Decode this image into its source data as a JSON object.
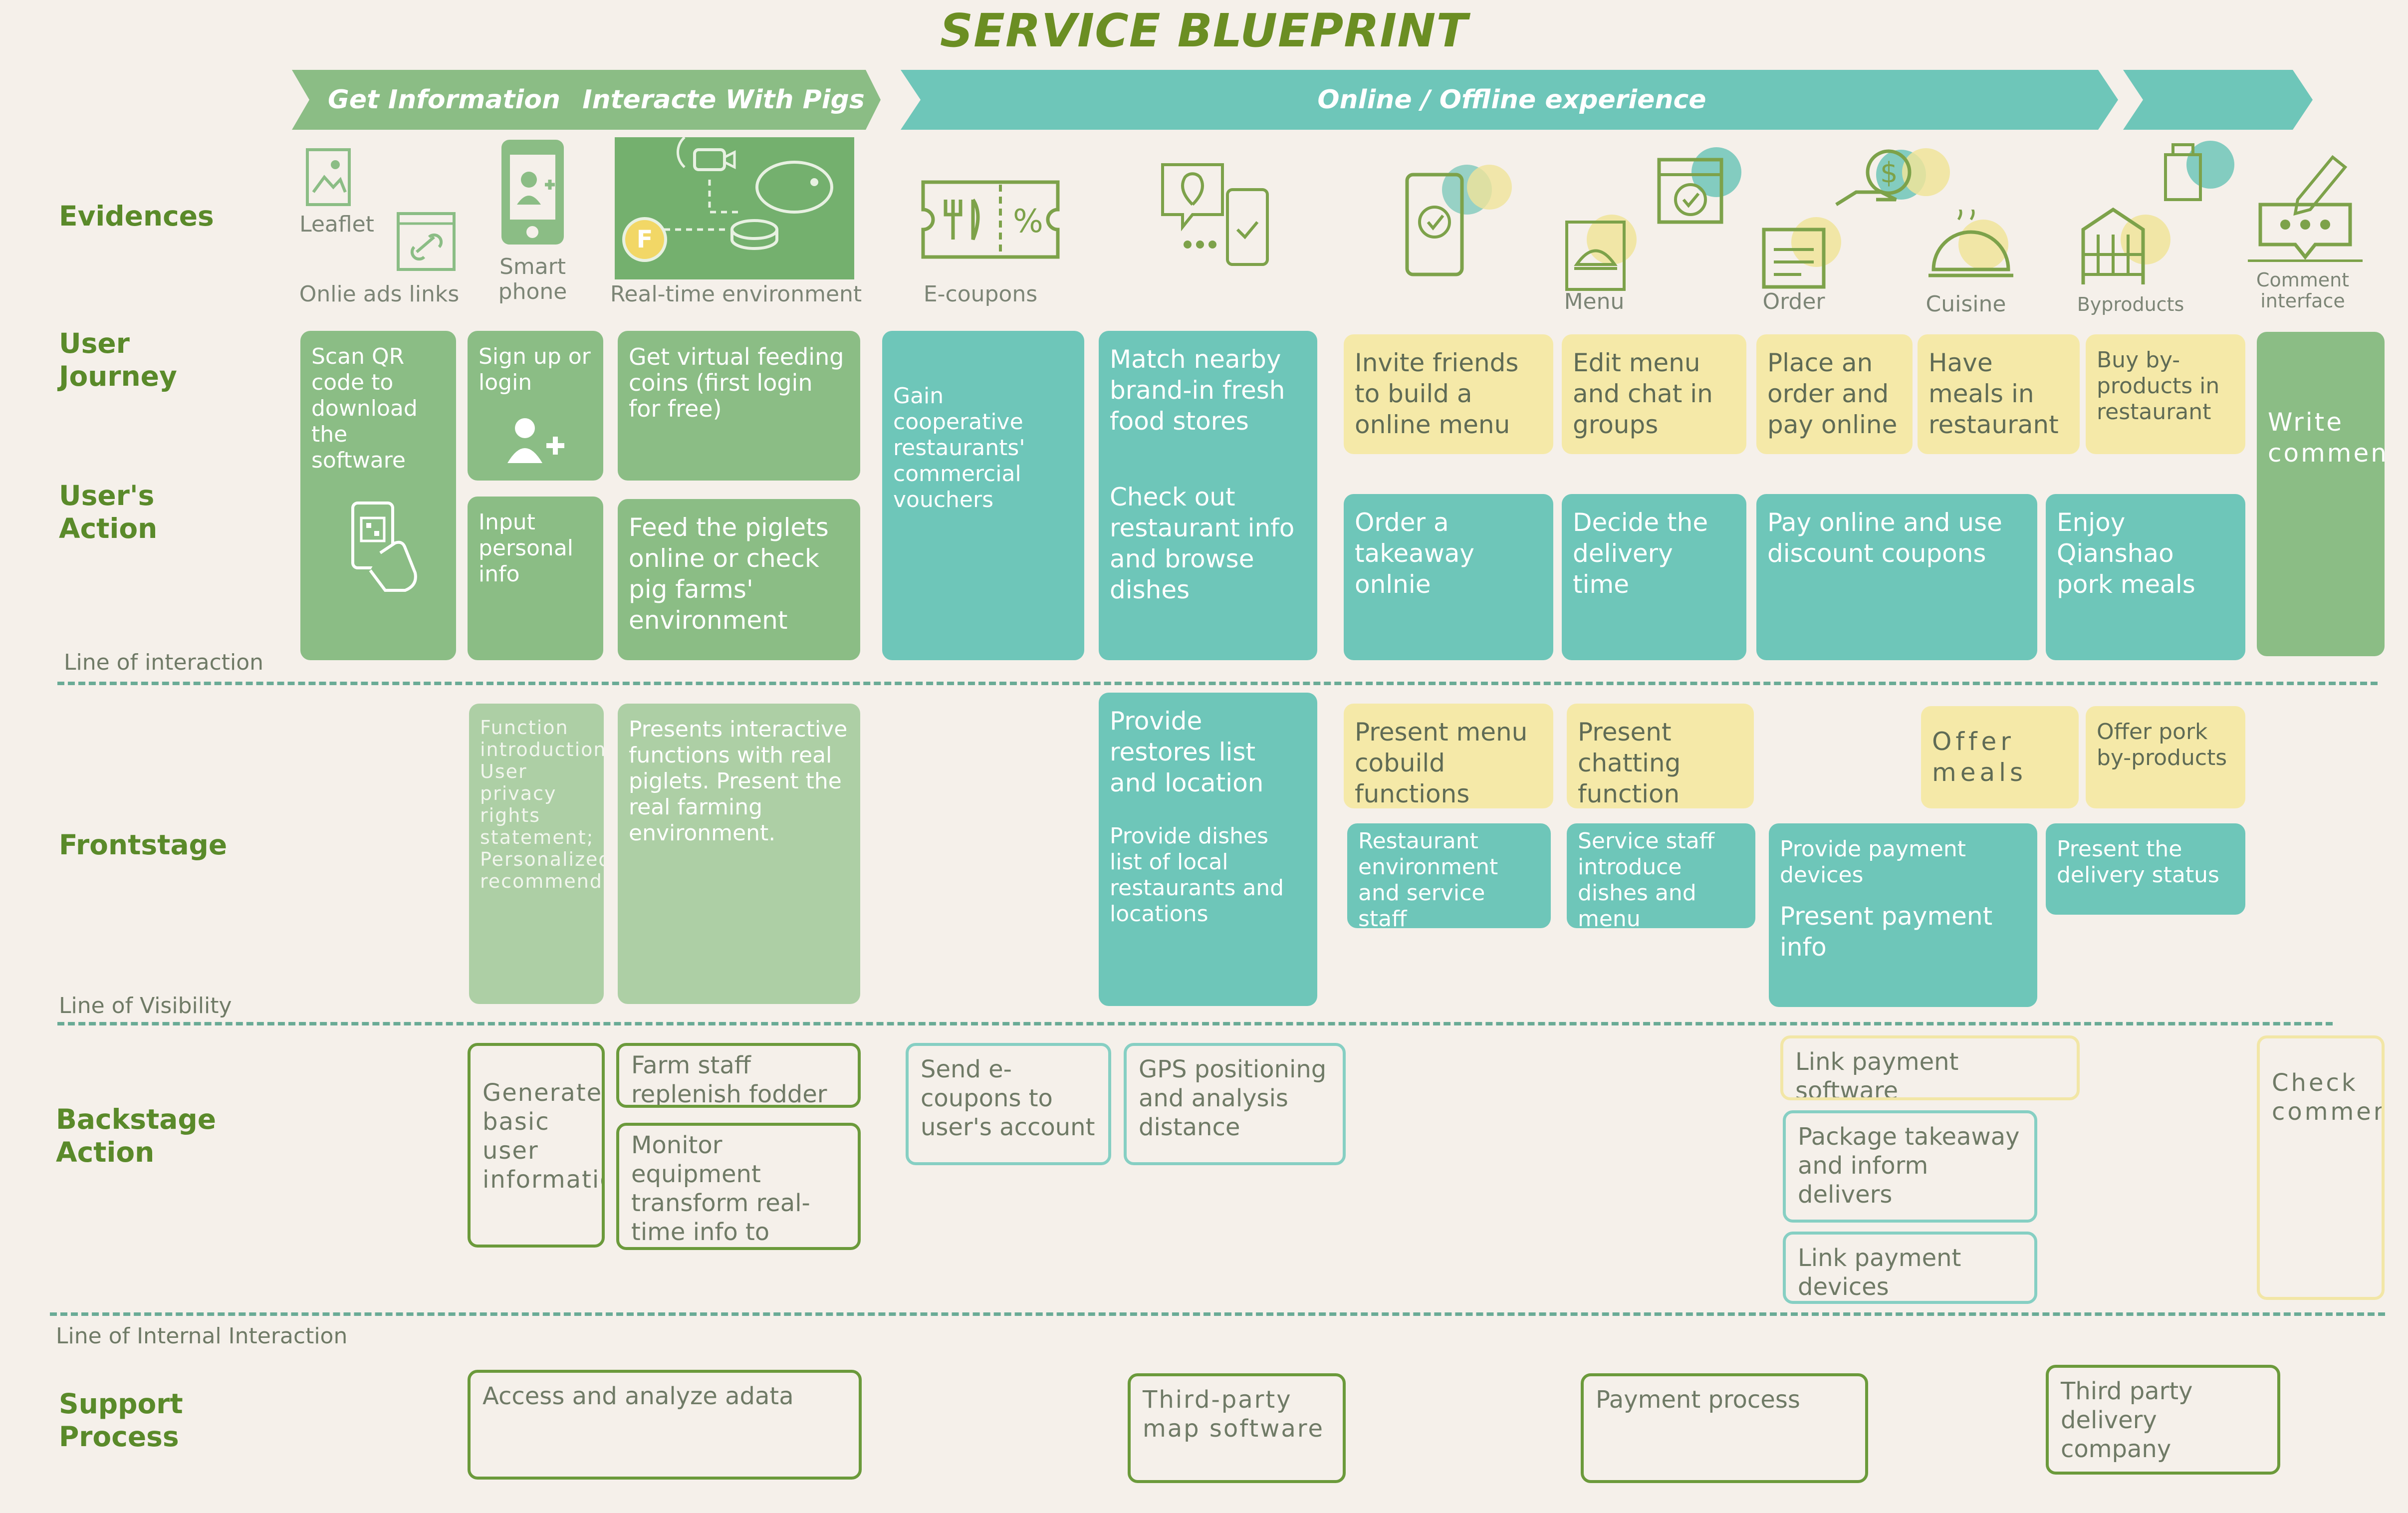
{
  "title": "SERVICE BLUEPRINT",
  "phases": {
    "get_information": "Get Information",
    "interact": "Interacte With Pigs",
    "online": "Online / Offline experience"
  },
  "row_labels": {
    "evidences": "Evidences",
    "user_journey": "User Journey",
    "users_action": "User's Action",
    "frontstage": "Frontstage",
    "backstage": "Backstage Action",
    "support": "Support Process"
  },
  "lines": {
    "interaction": "Line of interaction",
    "visibility": "Line of Visibility",
    "internal": "Line of Internal Interaction"
  },
  "evidences": {
    "leaflet": "Leaflet",
    "ads": "Onlie ads links",
    "phone": "Smart phone",
    "realtime": "Real-time environment",
    "ecoupons": "E-coupons",
    "menu": "Menu",
    "order": "Order",
    "cuisine": "Cuisine",
    "byproducts": "Byproducts",
    "comment": "Comment interface",
    "coin_letter": "F"
  },
  "journey": {
    "scan": "Scan QR code to download the software",
    "signup": "Sign up or login",
    "coins": "Get virtual feeding coins (first login for free)",
    "gain": "Gain cooperative restaurants' commercial vouchers",
    "match": "Match nearby brand-in fresh food stores",
    "check": "Check out restaurant info and browse dishes",
    "invite": "Invite friends to build a online menu",
    "edit": "Edit menu and chat in groups",
    "place": "Place an order and pay online",
    "have": "Have meals in restaurant",
    "buy": "Buy by-products in restaurant",
    "write": "Write comments"
  },
  "actions": {
    "input": "Input personal info",
    "feed": "Feed the piglets online or check pig farms' environment",
    "order": "Order a takeaway onlnie",
    "decide": "Decide the delivery time",
    "pay": "Pay online and use discount coupons",
    "enjoy": "Enjoy Qianshao pork meals"
  },
  "frontstage": {
    "function": "Function introduction; User privacy rights statement; Personalized recommendation",
    "presents": "Presents interactive functions with real piglets. Present the real farming environment.",
    "provide_list": "Provide restores list and location",
    "provide_dishes": "Provide dishes list of local restaurants and locations",
    "present_menu": "Present menu cobuild functions",
    "present_chat": "Present chatting function",
    "offer_meals": "Offer meals",
    "offer_pork": "Offer pork by-products",
    "restaurant_env": "Restaurant environment and service staff",
    "staff_intro": "Service staff introduce dishes and menu",
    "payment_devices": "Provide payment devices",
    "payment_info": "Present payment info",
    "delivery_status": "Present the delivery status"
  },
  "backstage": {
    "generate": "Generate basic user information",
    "farm_staff": "Farm staff replenish fodder in time",
    "monitor": "Monitor equipment transform real-time info to online feeder",
    "send": "Send e-coupons to user's account",
    "gps": "GPS positioning and analysis distance",
    "link_software": "Link payment software",
    "package": "Package takeaway and inform delivers",
    "link_devices": "Link payment devices",
    "check": "Check comments"
  },
  "support": {
    "access": "Access and analyze adata",
    "map": "Third-party map software",
    "payment": "Payment process",
    "delivery": "Third party delivery company"
  },
  "colors": {
    "green": "#8bbd85",
    "teal": "#6ec6b9",
    "yellow": "#f5e9a8",
    "label": "#5a8a2a"
  }
}
